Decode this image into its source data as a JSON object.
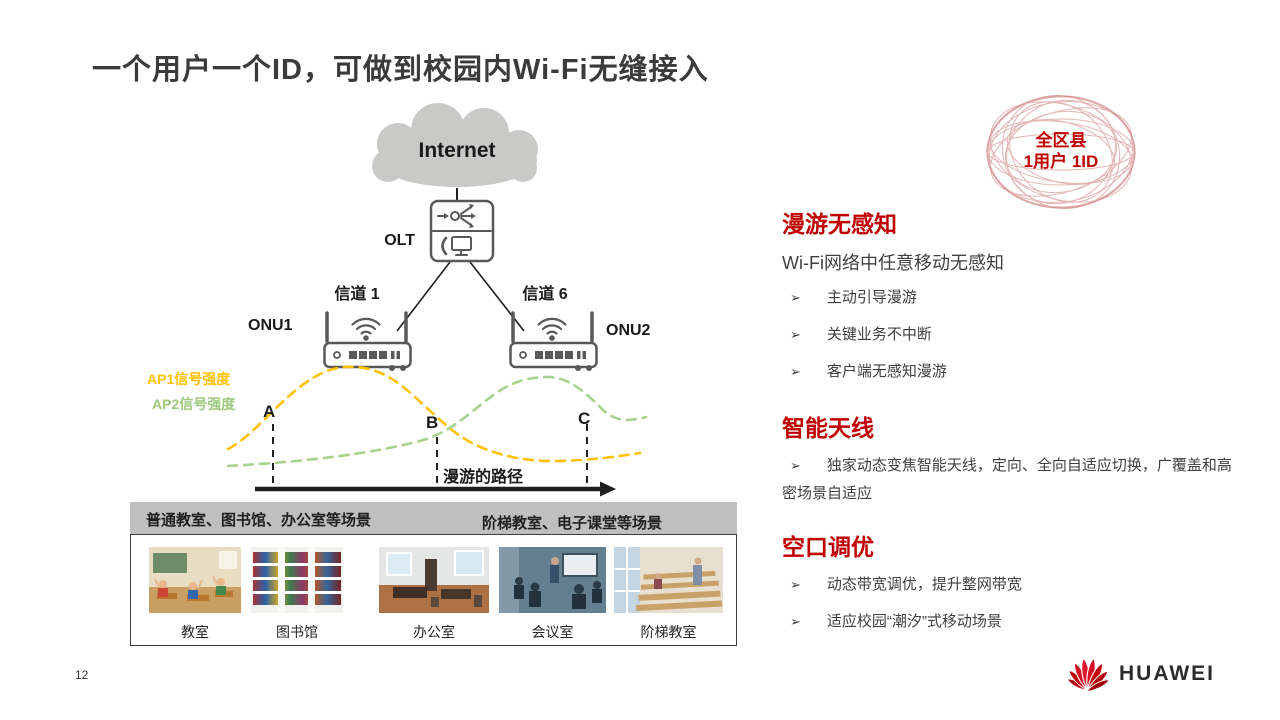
{
  "slide": {
    "title": "一个用户一个ID，可做到校园内Wi-Fi无缝接入"
  },
  "icons": {
    "bullet": "➢"
  },
  "diagram": {
    "internet_label": "Internet",
    "olt_label": "OLT",
    "channel_1_label": "信道 1",
    "channel_6_label": "信道 6",
    "onu1_label": "ONU1",
    "onu2_label": "ONU2",
    "legend_ap1": "AP1信号强度",
    "legend_ap2": "AP2信号强度",
    "point_a": "A",
    "point_b": "B",
    "point_c": "C",
    "roaming_path_label": "漫游的路径",
    "colors": {
      "ap1_curve": "#FFC000",
      "ap2_curve": "#A9D18E",
      "device_stroke": "#595959",
      "cloud_fill": "#C9C9C7"
    }
  },
  "scenes": {
    "left_header": "普通教室、图书馆、办公室等场景",
    "right_header": "阶梯教室、电子课堂等场景",
    "labels": [
      "教室",
      "图书馆",
      "办公室",
      "会议室",
      "阶梯教室"
    ]
  },
  "badge": {
    "line1": "全区县",
    "line2": "1用户 1ID",
    "color": "#C00000"
  },
  "features": [
    {
      "title": "漫游无感知",
      "subtitle": "Wi-Fi网络中任意移动无感知",
      "bullets": [
        "主动引导漫游",
        "关键业务不中断",
        "客户端无感知漫游"
      ]
    },
    {
      "title": "智能天线",
      "bullets": [
        "独家动态变焦智能天线，定向、全向自适应切换，广覆盖和高密场景自适应"
      ]
    },
    {
      "title": "空口调优",
      "bullets": [
        "动态带宽调优，提升整网带宽",
        "适应校园“潮汐”式移动场景"
      ]
    }
  ],
  "footer": {
    "page_number": "12",
    "brand": "HUAWEI",
    "accent_red": "#C7000B"
  }
}
